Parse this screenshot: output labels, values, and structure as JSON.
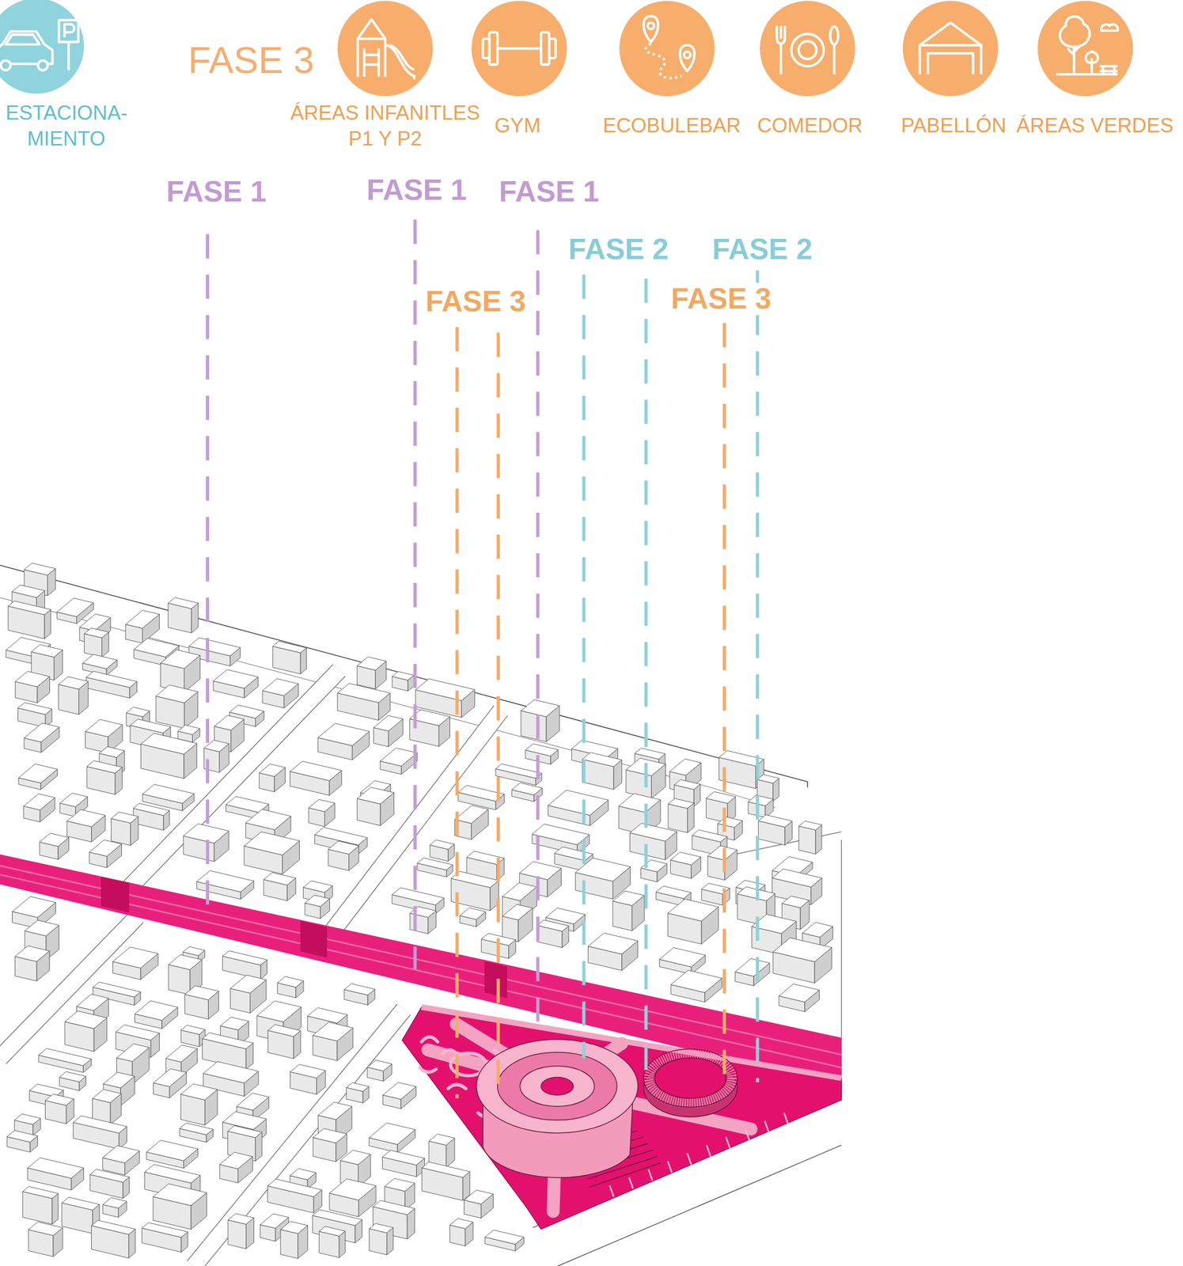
{
  "diagram": {
    "nodes": [
      {
        "text": [
          "ESTACIONA- MIENTO"
        ]
      },
      {
        "text": [
          "ÁREAS INFANITLES P1 Y P2"
        ]
      },
      {
        "text": [
          "GYM"
        ]
      },
      {
        "text": [
          "ECOBULEBAR"
        ]
      },
      {
        "text": [
          "COMEDOR"
        ]
      },
      {
        "text": [
          "PABELLÓN"
        ]
      },
      {
        "text": [
          "ÁREAS VERDES"
        ]
      }
    ],
    "labels": [
      "FASE 3",
      "FASE 1",
      "FASE 1",
      "FASE 1",
      "FASE 2",
      "FASE 2",
      "FASE 3",
      "FASE 3"
    ]
  }
}
